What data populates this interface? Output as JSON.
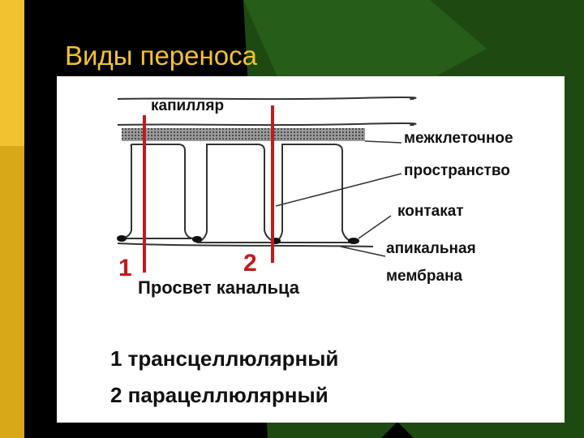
{
  "slide": {
    "title": "Виды переноса"
  },
  "diagram": {
    "labels": {
      "capillary": "капилляр",
      "intercellular_1": "межклеточное",
      "intercellular_2": "пространство",
      "contact": "контакат",
      "apical_1": "апикальная",
      "apical_2": "мембрана",
      "lumen": "Просвет канальца"
    },
    "markers": {
      "one": "1",
      "two": "2"
    },
    "legend": {
      "line1": "1 трансцеллюлярный",
      "line2": "2 парацеллюлярный"
    }
  },
  "colors": {
    "accent_gold": "#f2c230",
    "green_bg": "#1e4a12",
    "marker_red": "#c61a1a"
  }
}
